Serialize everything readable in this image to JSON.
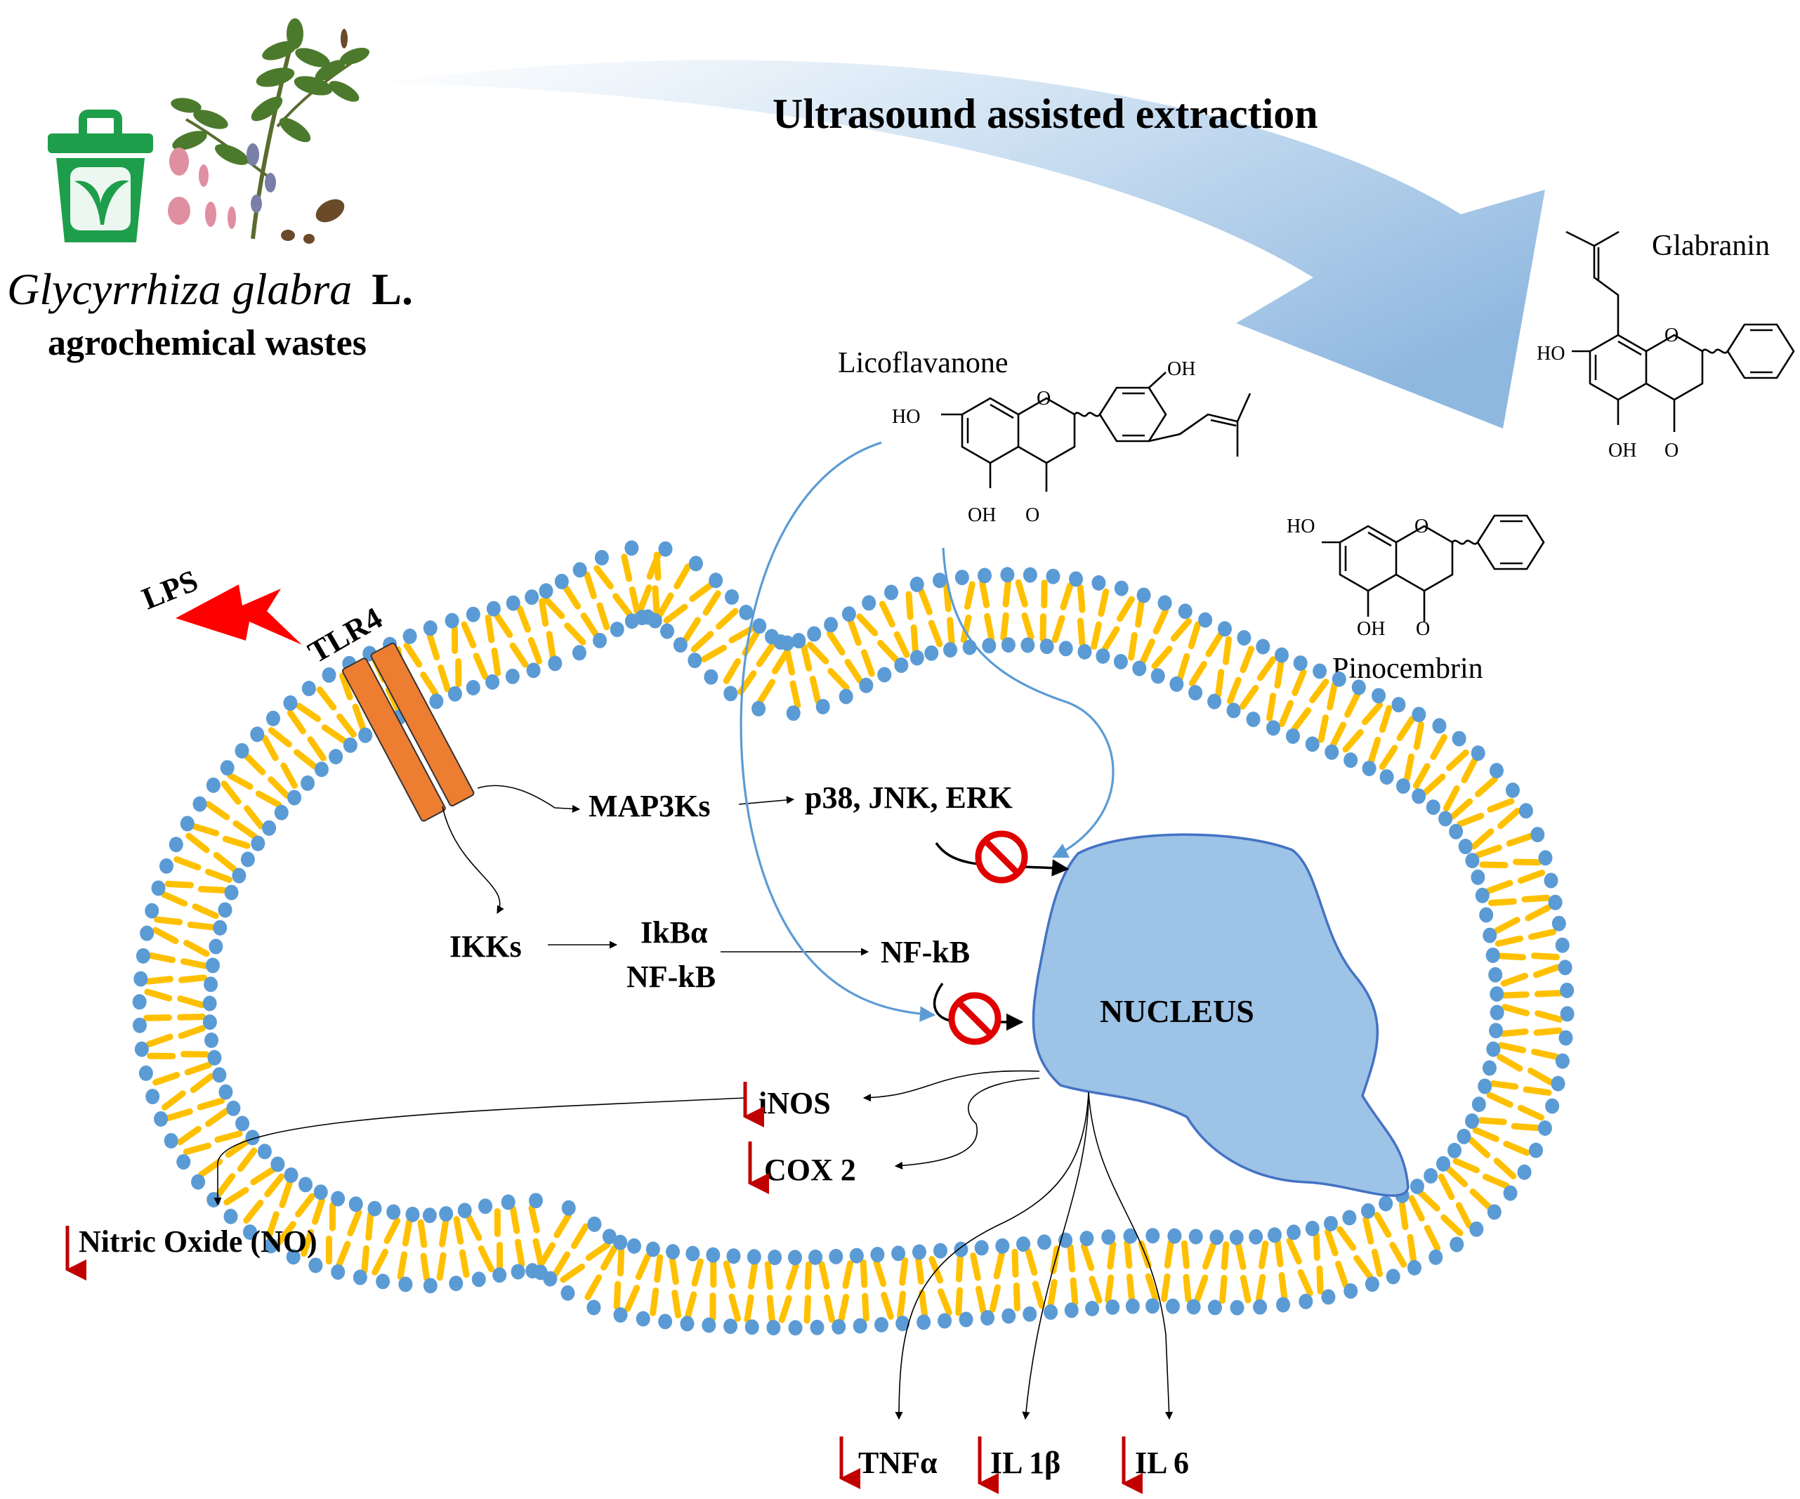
{
  "source": {
    "species_italic": "Glycyrrhiza glabra",
    "species_author": "L.",
    "subtitle": "agrochemical wastes",
    "icon": "green-trash-bin-leaf-icon",
    "illustration": "licorice-plant-illustration"
  },
  "process": {
    "label": "Ultrasound assisted extraction"
  },
  "compounds": [
    {
      "name": "Licoflavanone",
      "groups": [
        "HO",
        "OH",
        "O",
        "OH",
        "O"
      ]
    },
    {
      "name": "Glabranin",
      "groups": [
        "HO",
        "O",
        "OH",
        "O"
      ]
    },
    {
      "name": "Pinocembrin",
      "groups": [
        "HO",
        "O",
        "OH",
        "O"
      ]
    }
  ],
  "membrane": {
    "receptor": "TLR4",
    "stimulus": "LPS"
  },
  "pathway": {
    "map3k": "MAP3Ks",
    "mapk": "p38, JNK, ERK",
    "ikk": "IKKs",
    "ikb_line1": "IkBα",
    "ikb_line2": "NF-kB",
    "nfkb": "NF-kB",
    "nucleus": "NUCLEUS"
  },
  "outputs": {
    "inos": "iNOS",
    "cox2": "COX 2",
    "no": "Nitric Oxide (NO)",
    "tnf": "TNFα",
    "il1": "IL 1β",
    "il6": "IL 6"
  },
  "colors": {
    "lipid_tail": "#FFC000",
    "lipid_head": "#5B9BD5",
    "nucleus_fill": "#9DC3E6",
    "nucleus_stroke": "#4472C4",
    "receptor": "#ED7D31",
    "bolt": "#FF0000",
    "inhibit": "#E00000",
    "down_arrow": "#C00000",
    "inhibitor_path": "#5B9BD5",
    "extraction_arrow": "#9DC3E6",
    "bin": "#1E9E4A"
  }
}
